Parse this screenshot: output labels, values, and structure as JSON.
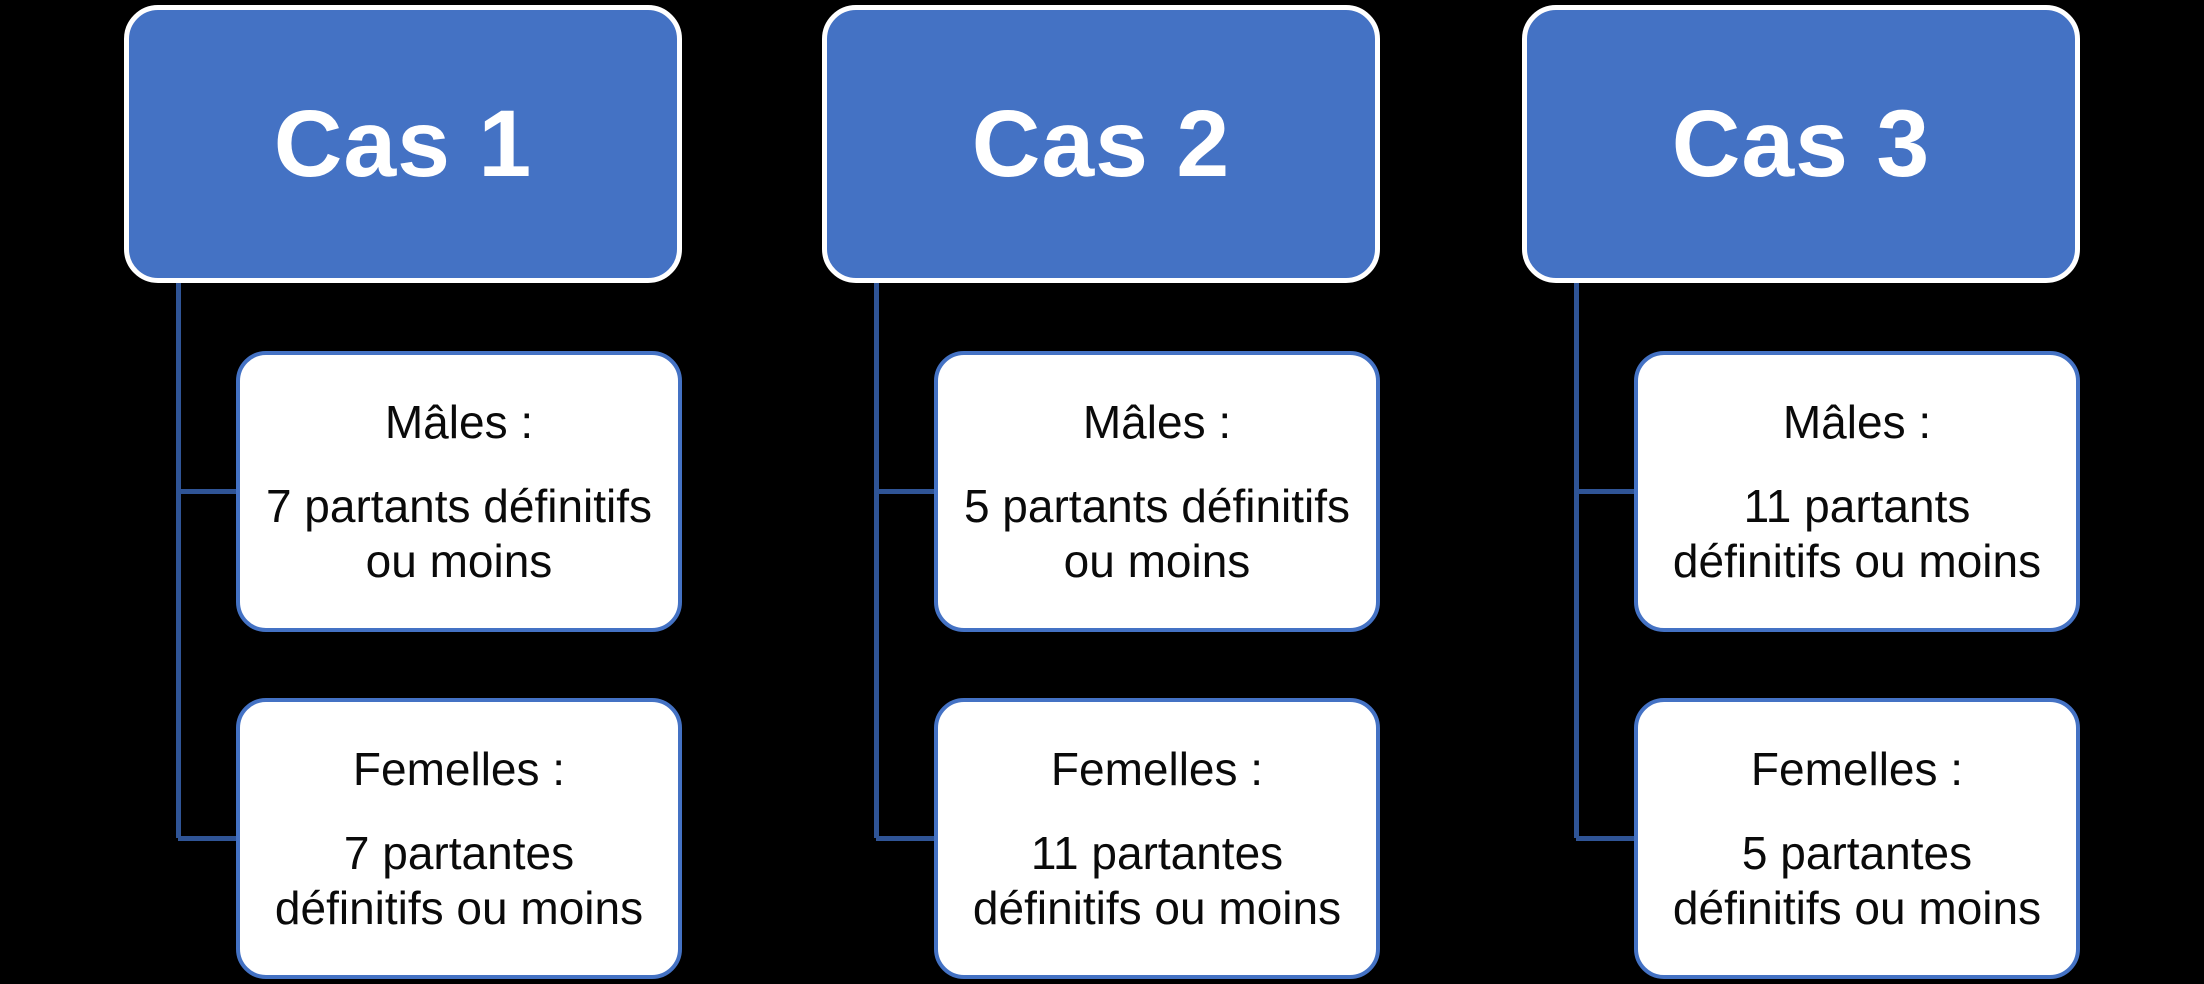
{
  "colors": {
    "canvas_bg": "#000000",
    "header_fill": "#4472C4",
    "header_border": "#FFFFFF",
    "header_text": "#FFFFFF",
    "child_fill": "#FFFFFF",
    "child_border": "#4472C4",
    "child_text": "#0A0A0A",
    "connector": "#2F5496"
  },
  "cases": [
    {
      "title": "Cas 1",
      "children": [
        {
          "label": "Mâles :",
          "detail": "7 partants définitifs\nou moins"
        },
        {
          "label": "Femelles :",
          "detail": "7 partantes\ndéfinitifs ou moins"
        }
      ]
    },
    {
      "title": "Cas 2",
      "children": [
        {
          "label": "Mâles :",
          "detail": "5 partants définitifs\nou moins"
        },
        {
          "label": "Femelles :",
          "detail": "11 partantes\ndéfinitifs  ou moins"
        }
      ]
    },
    {
      "title": "Cas 3",
      "children": [
        {
          "label": "Mâles :",
          "detail": "11 partants\ndéfinitifs ou moins"
        },
        {
          "label": "Femelles :",
          "detail": "5 partantes\ndéfinitifs ou moins"
        }
      ]
    }
  ]
}
